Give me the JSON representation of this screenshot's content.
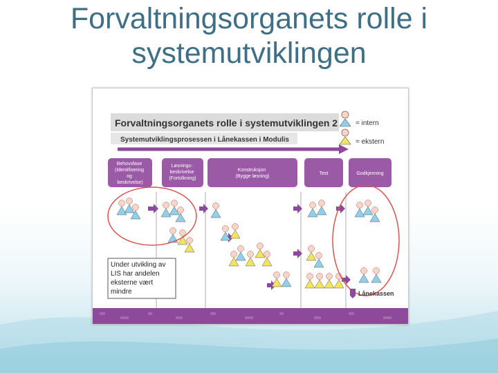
{
  "slide": {
    "title_line1": "Forvaltningsorganets rolle i",
    "title_line2": "systemutviklingen"
  },
  "diagram": {
    "heading": "Forvaltningsorganets rolle i systemutviklingen 2",
    "subheading": "Systemutviklingsprosessen i Lånekassen i Modulis",
    "legend": {
      "intern_label": "= intern",
      "ekstern_label": "= ekstern",
      "intern_color": "#8fd0ea",
      "ekstern_color": "#f2e55c"
    },
    "phases": [
      {
        "lines": [
          "Behovsfase",
          "(Identifisering",
          "og",
          "beskrivelse)"
        ]
      },
      {
        "lines": [
          "Løsnings-",
          "beskrivelse",
          "(Fortolkning)"
        ]
      },
      {
        "lines": [
          "Konstruksjon",
          "(Bygge løsning)"
        ]
      },
      {
        "lines": [
          "Test"
        ]
      },
      {
        "lines": [
          "Godkjenning"
        ]
      }
    ],
    "note_lines": [
      "Under utvikling av",
      "LIS har andelen",
      "eksterne vært",
      "mindre"
    ],
    "logo_text": "Lånekassen",
    "accent_color": "#8e4a9a"
  }
}
